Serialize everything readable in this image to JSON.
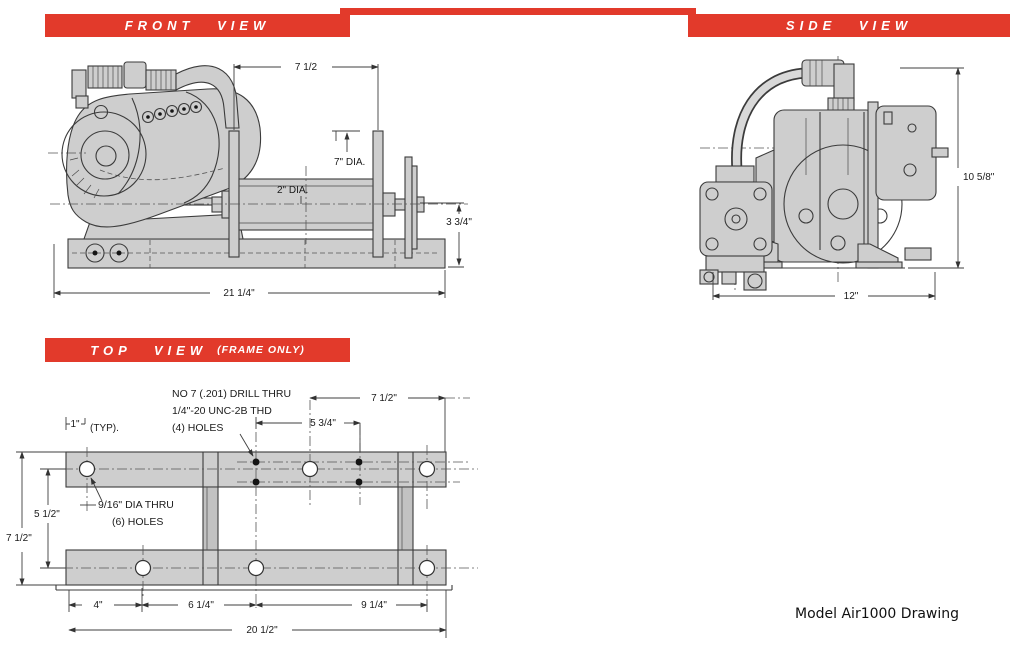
{
  "page": {
    "footer": "Model Air1000 Drawing",
    "accent_red": "#e23a2b"
  },
  "banners": {
    "front": "FRONT VIEW",
    "side": "SIDE VIEW",
    "top": "TOP VIEW",
    "top_suffix": "(FRAME ONLY)"
  },
  "front_view": {
    "dim_flange_spacing": "7 1/2",
    "dim_drum_dia": "7\" DIA.",
    "dim_shaft_dia": "2\" DIA.",
    "dim_base_height": "3 3/4\"",
    "dim_overall_length": "21 1/4\""
  },
  "side_view": {
    "dim_overall_height": "10 5/8\"",
    "dim_overall_depth": "12\""
  },
  "top_view": {
    "note_drill_1": "NO 7 (.201) DRILL THRU",
    "note_drill_2": "1/4\"-20 UNC-2B THD",
    "note_drill_3": "(4) HOLES",
    "note_holes_1": "9/16\" DIA THRU",
    "note_holes_2": "(6) HOLES",
    "dim_typ": "1\"",
    "typ_label": "(TYP).",
    "dim_hole_span": "7 1/2\"",
    "dim_drill_span": "5 3/4\"",
    "dim_rail_centers": "5 1/2\"",
    "dim_frame_width": "7 1/2\"",
    "dim_b1": "4\"",
    "dim_b2": "6 1/4\"",
    "dim_b3": "9 1/4\"",
    "dim_overall": "20 1/2\""
  }
}
